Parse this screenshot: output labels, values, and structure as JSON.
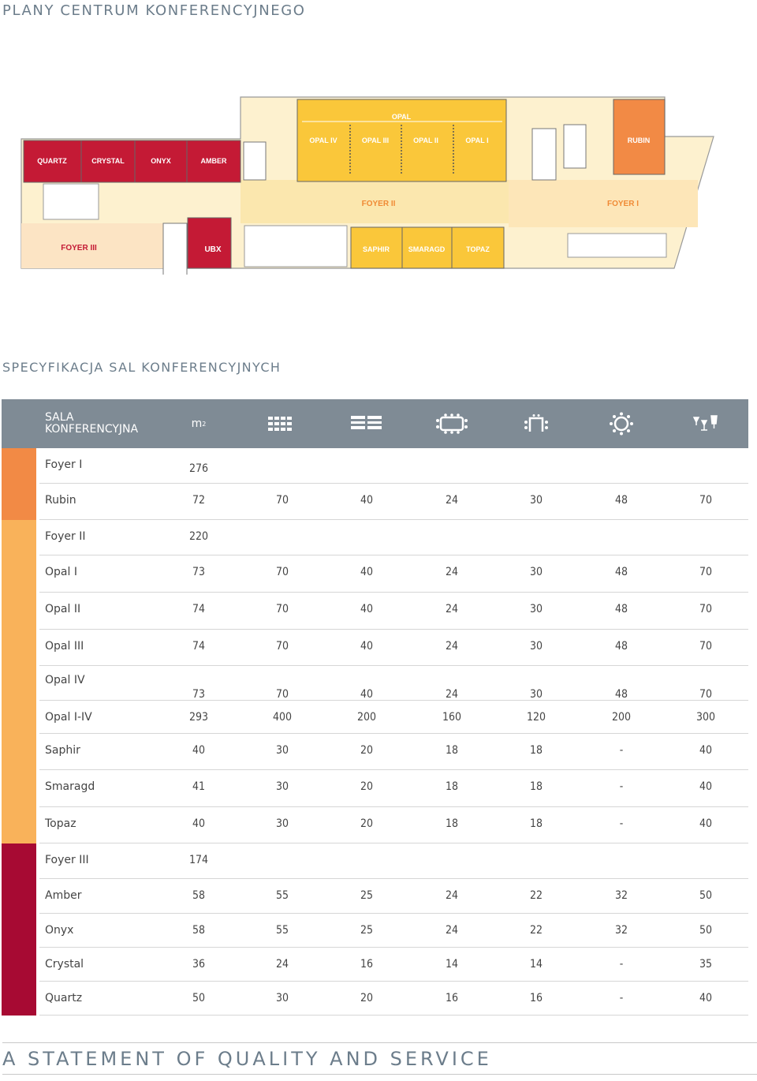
{
  "header": {
    "plan_title": "PLANY CENTRUM KONFERENCYJNEGO",
    "spec_title": "SPECYFIKACJA SAL KONFERENCYJNYCH",
    "footer": "A STATEMENT OF QUALITY AND SERVICE"
  },
  "plan": {
    "labels": {
      "opal": "OPAL",
      "opal_iv": "OPAL IV",
      "opal_iii": "OPAL III",
      "opal_ii": "OPAL II",
      "opal_i": "OPAL I",
      "rubin": "RUBIN",
      "quartz": "QUARTZ",
      "crystal": "CRYSTAL",
      "onyx": "ONYX",
      "amber": "AMBER",
      "foyer_ii": "FOYER II",
      "foyer_i": "FOYER I",
      "foyer_iii": "FOYER III",
      "ubx": "UBX",
      "saphir": "SAPHIR",
      "smaragd": "SMARAGD",
      "topaz": "TOPAZ"
    }
  },
  "colors": {
    "orange": "#f28a45",
    "light_orange": "#f9b25a",
    "yellow": "#fac73a",
    "red": "#c41a35",
    "crimson": "#a70a33",
    "header_gray": "#7f8b95"
  },
  "table": {
    "head": {
      "sala_line1": "SALA",
      "sala_line2": "KONFERENCYJNA",
      "m2": "m",
      "m2_sup": "2",
      "icons": [
        "theatre-seating-icon",
        "classroom-seating-icon",
        "boardroom-seating-icon",
        "u-shape-seating-icon",
        "banquet-seating-icon",
        "cocktail-reception-icon"
      ]
    },
    "rows": [
      {
        "name": "Foyer I",
        "m2": "276",
        "v": [
          "",
          "",
          "",
          "",
          "",
          ""
        ],
        "color": "orange"
      },
      {
        "name": "Rubin",
        "m2": "72",
        "v": [
          "70",
          "40",
          "24",
          "30",
          "48",
          "70"
        ],
        "color": "orange"
      },
      {
        "name": "Foyer II",
        "m2": "220",
        "v": [
          "",
          "",
          "",
          "",
          "",
          ""
        ],
        "color": "light_orange"
      },
      {
        "name": "Opal I",
        "m2": "73",
        "v": [
          "70",
          "40",
          "24",
          "30",
          "48",
          "70"
        ],
        "color": "light_orange"
      },
      {
        "name": "Opal II",
        "m2": "74",
        "v": [
          "70",
          "40",
          "24",
          "30",
          "48",
          "70"
        ],
        "color": "light_orange"
      },
      {
        "name": "Opal III",
        "m2": "74",
        "v": [
          "70",
          "40",
          "24",
          "30",
          "48",
          "70"
        ],
        "color": "light_orange"
      },
      {
        "name": "Opal IV",
        "m2": "73",
        "v": [
          "70",
          "40",
          "24",
          "30",
          "48",
          "70"
        ],
        "color": "light_orange"
      },
      {
        "name": "Opal I-IV",
        "m2": "293",
        "v": [
          "400",
          "200",
          "160",
          "120",
          "200",
          "300"
        ],
        "color": "light_orange"
      },
      {
        "name": "Saphir",
        "m2": "40",
        "v": [
          "30",
          "20",
          "18",
          "18",
          "-",
          "40"
        ],
        "color": "light_orange"
      },
      {
        "name": "Smaragd",
        "m2": "41",
        "v": [
          "30",
          "20",
          "18",
          "18",
          "-",
          "40"
        ],
        "color": "light_orange"
      },
      {
        "name": "Topaz",
        "m2": "40",
        "v": [
          "30",
          "20",
          "18",
          "18",
          "-",
          "40"
        ],
        "color": "light_orange"
      },
      {
        "name": "Foyer III",
        "m2": "174",
        "v": [
          "",
          "",
          "",
          "",
          "",
          ""
        ],
        "color": "crimson"
      },
      {
        "name": "Amber",
        "m2": "58",
        "v": [
          "55",
          "25",
          "24",
          "22",
          "32",
          "50"
        ],
        "color": "crimson"
      },
      {
        "name": "Onyx",
        "m2": "58",
        "v": [
          "55",
          "25",
          "24",
          "22",
          "32",
          "50"
        ],
        "color": "crimson"
      },
      {
        "name": "Crystal",
        "m2": "36",
        "v": [
          "24",
          "16",
          "14",
          "14",
          "-",
          "35"
        ],
        "color": "crimson"
      },
      {
        "name": "Quartz",
        "m2": "50",
        "v": [
          "30",
          "20",
          "16",
          "16",
          "-",
          "40"
        ],
        "color": "crimson"
      }
    ]
  }
}
